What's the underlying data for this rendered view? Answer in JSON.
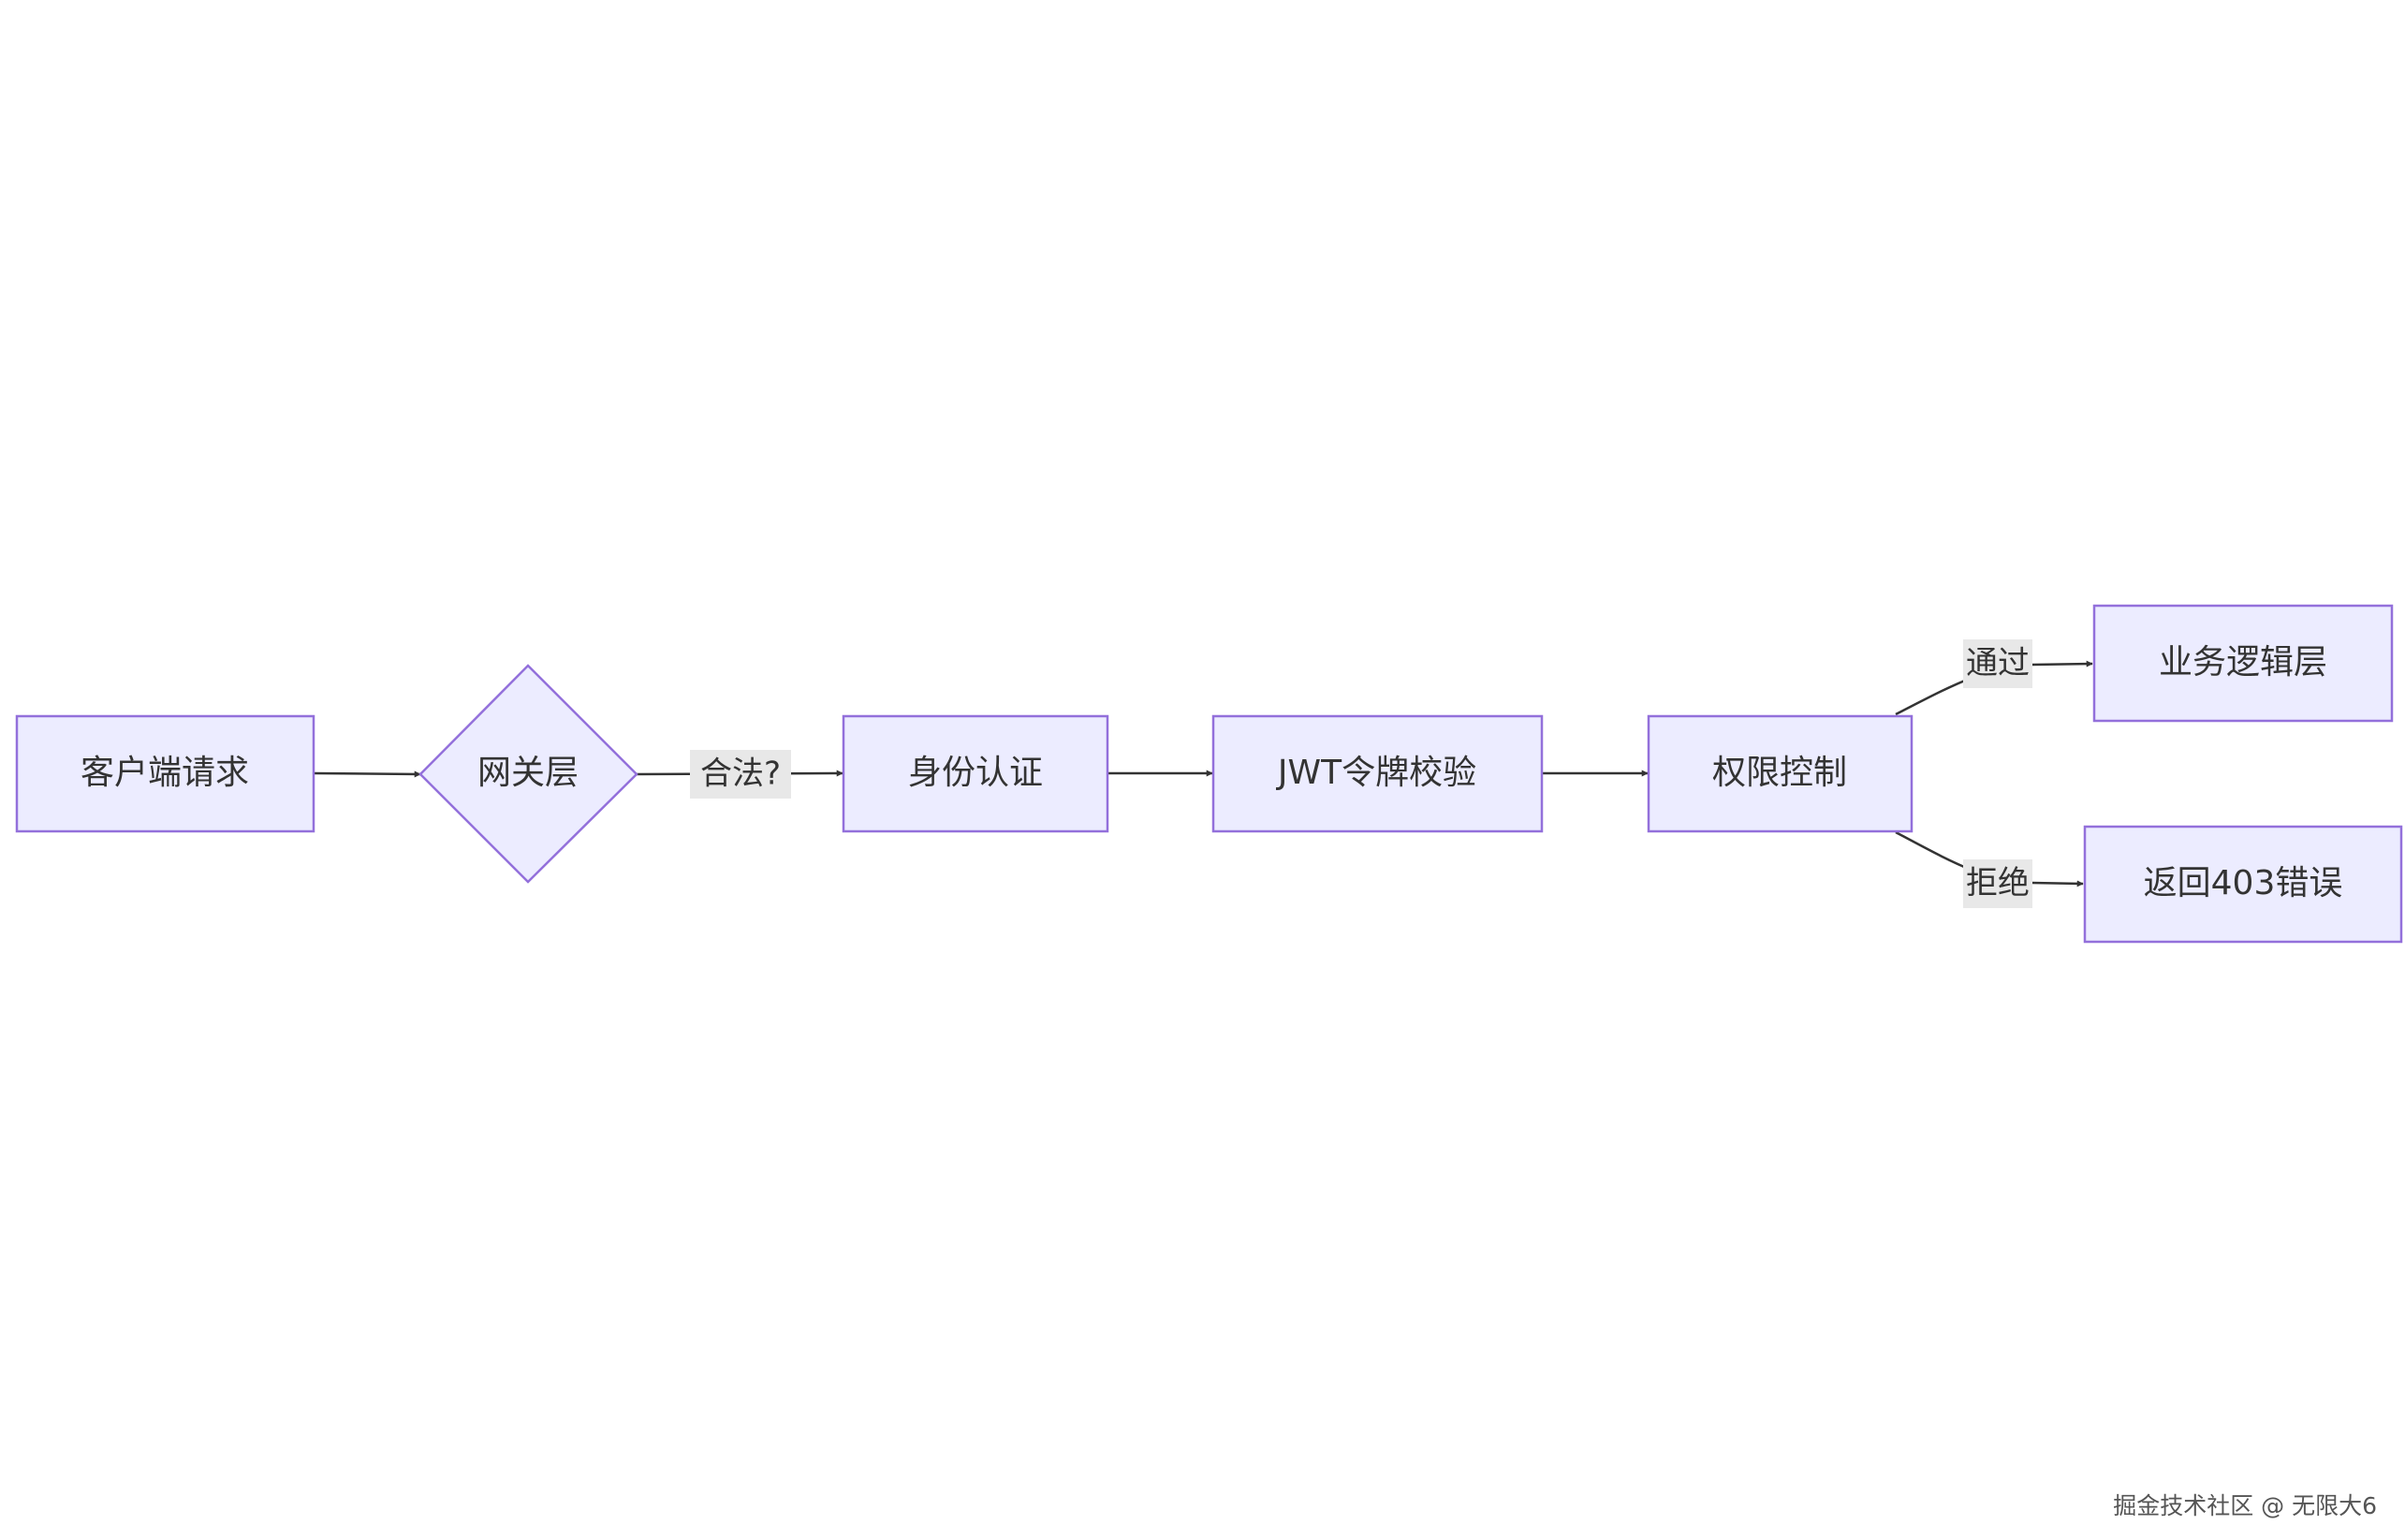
{
  "diagram": {
    "nodes": [
      {
        "id": "client",
        "label": "客户端请求",
        "shape": "rect"
      },
      {
        "id": "gateway",
        "label": "网关层",
        "shape": "diamond"
      },
      {
        "id": "auth",
        "label": "身份认证",
        "shape": "rect"
      },
      {
        "id": "jwt",
        "label": "JWT令牌校验",
        "shape": "rect"
      },
      {
        "id": "perm",
        "label": "权限控制",
        "shape": "rect"
      },
      {
        "id": "biz",
        "label": "业务逻辑层",
        "shape": "rect"
      },
      {
        "id": "err",
        "label": "返回403错误",
        "shape": "rect"
      }
    ],
    "edges": [
      {
        "from": "client",
        "to": "gateway",
        "label": ""
      },
      {
        "from": "gateway",
        "to": "auth",
        "label": "合法?"
      },
      {
        "from": "auth",
        "to": "jwt",
        "label": ""
      },
      {
        "from": "jwt",
        "to": "perm",
        "label": ""
      },
      {
        "from": "perm",
        "to": "biz",
        "label": "通过"
      },
      {
        "from": "perm",
        "to": "err",
        "label": "拒绝"
      }
    ],
    "colors": {
      "node_fill": "#ececff",
      "node_stroke": "#9370db",
      "edge": "#333333",
      "label_bg": "#e8e8e8"
    }
  },
  "watermark": "掘金技术社区 @ 无限大6"
}
